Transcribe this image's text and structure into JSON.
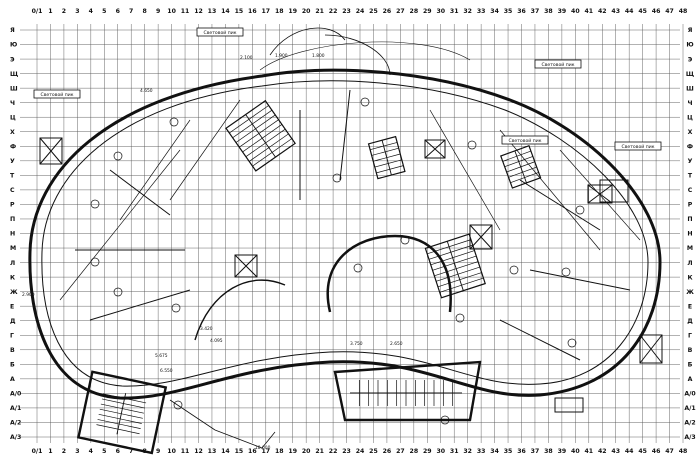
{
  "drawing": {
    "columns": [
      "0/1",
      "1",
      "2",
      "3",
      "4",
      "5",
      "6",
      "7",
      "8",
      "9",
      "10",
      "11",
      "12",
      "13",
      "14",
      "15",
      "16",
      "17",
      "18",
      "19",
      "20",
      "21",
      "22",
      "23",
      "24",
      "25",
      "26",
      "27",
      "28",
      "29",
      "30",
      "31",
      "32",
      "33",
      "34",
      "35",
      "36",
      "37",
      "38",
      "39",
      "40",
      "41",
      "42",
      "43",
      "44",
      "45",
      "46",
      "47",
      "48"
    ],
    "rows": [
      "Я",
      "Ю",
      "Э",
      "Щ",
      "Ш",
      "Ч",
      "Ц",
      "Х",
      "Ф",
      "У",
      "Т",
      "С",
      "Р",
      "П",
      "Н",
      "М",
      "Л",
      "К",
      "Ж",
      "Е",
      "Д",
      "Г",
      "В",
      "Б",
      "А",
      "А/0",
      "А/1",
      "А/2",
      "А/3"
    ],
    "callouts": [
      {
        "id": "light-1",
        "text": "Световой пик"
      },
      {
        "id": "light-2",
        "text": "Световой пик"
      },
      {
        "id": "light-3",
        "text": "Световой пик"
      },
      {
        "id": "light-4",
        "text": "Световой пик"
      },
      {
        "id": "light-5",
        "text": "Световой пик"
      }
    ],
    "dimensions": [
      "18.000",
      "2.100",
      "1.900",
      "1.800",
      "4.650",
      "5.675",
      "3.750",
      "2.650",
      "4.095",
      "3.420",
      "6.550",
      "2.900"
    ],
    "colors": {
      "ink": "#111111",
      "grid": "#555555",
      "paper": "#ffffff"
    }
  }
}
